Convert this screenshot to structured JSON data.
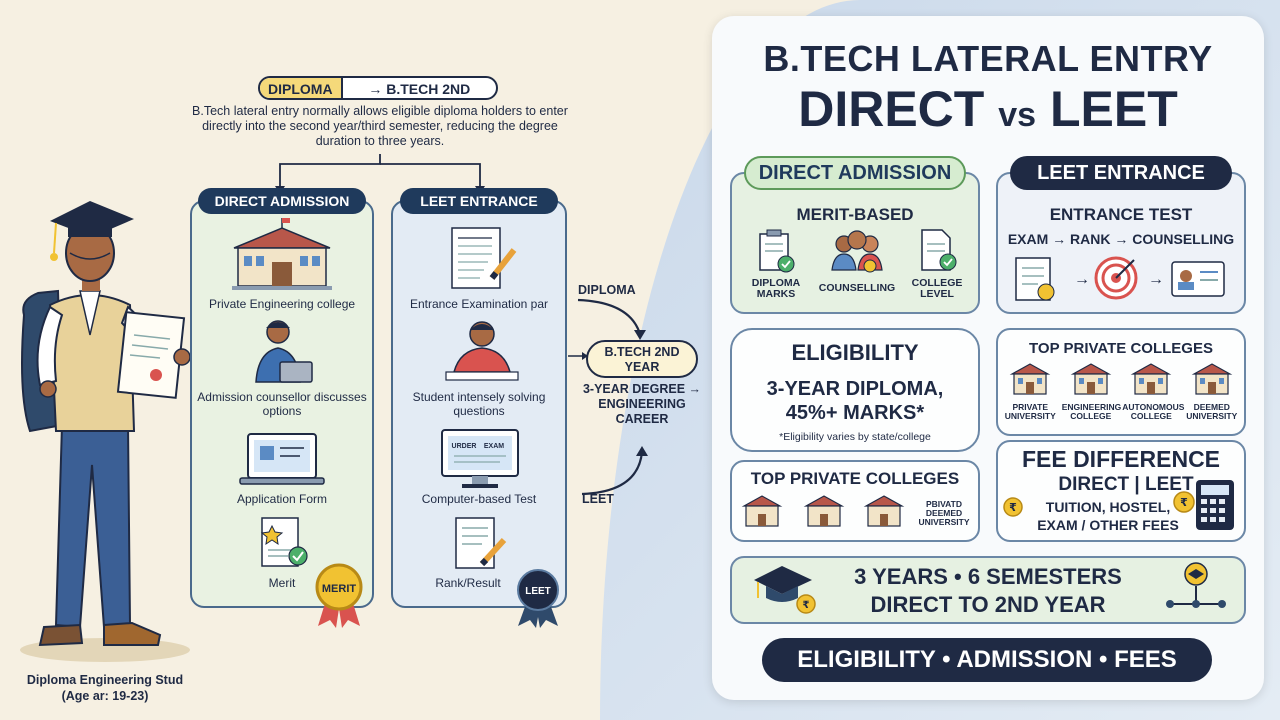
{
  "left": {
    "top_pill": {
      "from": "DIPLOMA",
      "to": "→ B.TECH 2ND YEAR"
    },
    "intro": "B.Tech lateral entry normally allows eligible diploma holders to enter directly into the second year/third semester, reducing the degree duration to three years.",
    "direct": {
      "title": "DIRECT ADMISSION",
      "items": [
        "Private Engineering college",
        "Admission counsellor discusses options",
        "Application Form",
        "Merit"
      ],
      "badge": "MERIT"
    },
    "leet": {
      "title": "LEET ENTRANCE",
      "items": [
        "Entrance Examination par",
        "Student intensely solving questions",
        "Computer-based Test",
        "Rank/Result"
      ],
      "badge": "LEET",
      "screen_tabs": [
        "URDER",
        "EXAM"
      ]
    },
    "flow": {
      "top_label": "DIPLOMA",
      "bottom_label": "LEET",
      "result_pill": "B.TECH 2ND YEAR",
      "result_text": "3-YEAR DEGREE → ENGINEERING CAREER"
    },
    "student_caption": [
      "Diploma Engineering Stud",
      "(Age ar: 19-23)"
    ]
  },
  "right": {
    "title_line1": "B.TECH LATERAL ENTRY",
    "title_direct": "DIRECT",
    "title_vs": "vs",
    "title_leet": "LEET",
    "direct_card": {
      "pill": "DIRECT ADMISSION",
      "heading": "MERIT-BASED",
      "icons": [
        [
          "DIPLOMA",
          "MARKS"
        ],
        [
          "COUNSELLING"
        ],
        [
          "COLLEGE",
          "LEVEL"
        ]
      ]
    },
    "leet_card": {
      "pill": "LEET ENTRANCE",
      "heading": "ENTRANCE TEST",
      "flow": "EXAM → RANK → COUNSELLING"
    },
    "eligibility": {
      "title": "ELIGIBILITY",
      "line1": "3-YEAR DIPLOMA,",
      "line2": "45%+ MARKS*",
      "note": "*Eligibility varies by state/college"
    },
    "top_private_1": {
      "title": "TOP PRIVATE COLLEGES",
      "labels": [
        [
          "PRIVATE",
          "UNIVERSITY"
        ],
        [
          "ENGINEERING",
          "COLLEGE"
        ],
        [
          "AUTONOMOUS",
          "COLLEGE"
        ],
        [
          "DEEMED",
          "UNIVERSITY"
        ]
      ]
    },
    "top_private_2": {
      "title": "TOP PRIVATE COLLEGES",
      "label": [
        "PBIVATD",
        "DEEMED",
        "UNIVERSITY"
      ]
    },
    "fee": {
      "title": "FEE DIFFERENCE",
      "compare": "DIRECT | LEET",
      "line1": "TUITION, HOSTEL,",
      "line2": "EXAM / OTHER FEES"
    },
    "summary": {
      "line1": "3 YEARS • 6 SEMESTERS",
      "line2": "DIRECT TO 2ND YEAR"
    },
    "footer": "ELIGIBILITY • ADMISSION • FEES"
  },
  "colors": {
    "navy": "#1f2a44",
    "green_card": "#e6f1e2",
    "blue_card": "#e3ebf4",
    "cream": "#f6f0e2",
    "gold": "#f1c232"
  }
}
